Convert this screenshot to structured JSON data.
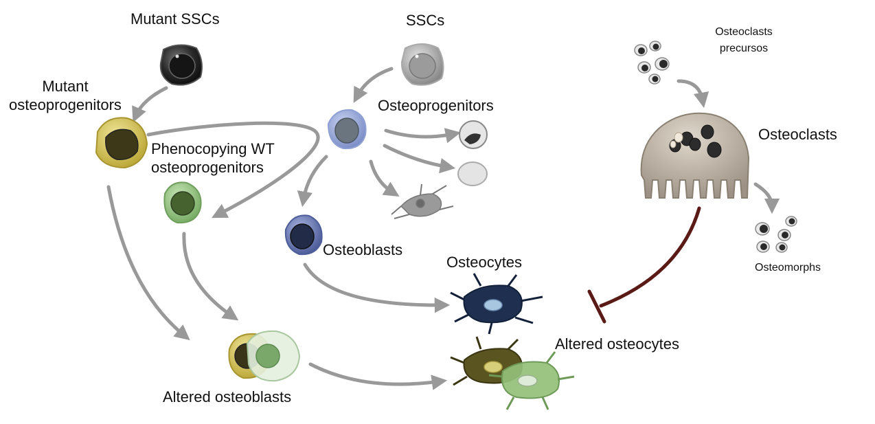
{
  "labels": {
    "mutant_sscs": "Mutant SSCs",
    "sscs": "SSCs",
    "mutant_osteoprogenitors_line1": "Mutant",
    "mutant_osteoprogenitors_line2": "osteoprogenitors",
    "osteoprogenitors": "Osteoprogenitors",
    "phenocopying_line1": "Phenocopying WT",
    "phenocopying_line2": "osteoprogenitors",
    "osteoblasts": "Osteoblasts",
    "osteocytes": "Osteocytes",
    "altered_osteocytes": "Altered osteocytes",
    "altered_osteoblasts": "Altered osteoblasts",
    "osteoclasts": "Osteoclasts",
    "osteoclasts_precursos_line1": "Osteoclasts",
    "osteoclasts_precursos_line2": "precursos",
    "osteomorphs": "Osteomorphs"
  },
  "colors": {
    "arrow": "#999999",
    "inhibition": "#5a1a16",
    "mutant_ssc": "#2a2a2a",
    "ssc": "#9a9a9a",
    "mutant_osteoprogenitor": "#c9b84a",
    "osteoprogenitor": "#8fa0d4",
    "phenocopying": "#86b873",
    "osteoblast": "#5b6aa6",
    "osteocyte": "#1f2f4f",
    "altered_osteocyte_mutant": "#5a5420",
    "altered_osteocyte_wt": "#94c07a",
    "osteoclast": "#b8ada0"
  }
}
